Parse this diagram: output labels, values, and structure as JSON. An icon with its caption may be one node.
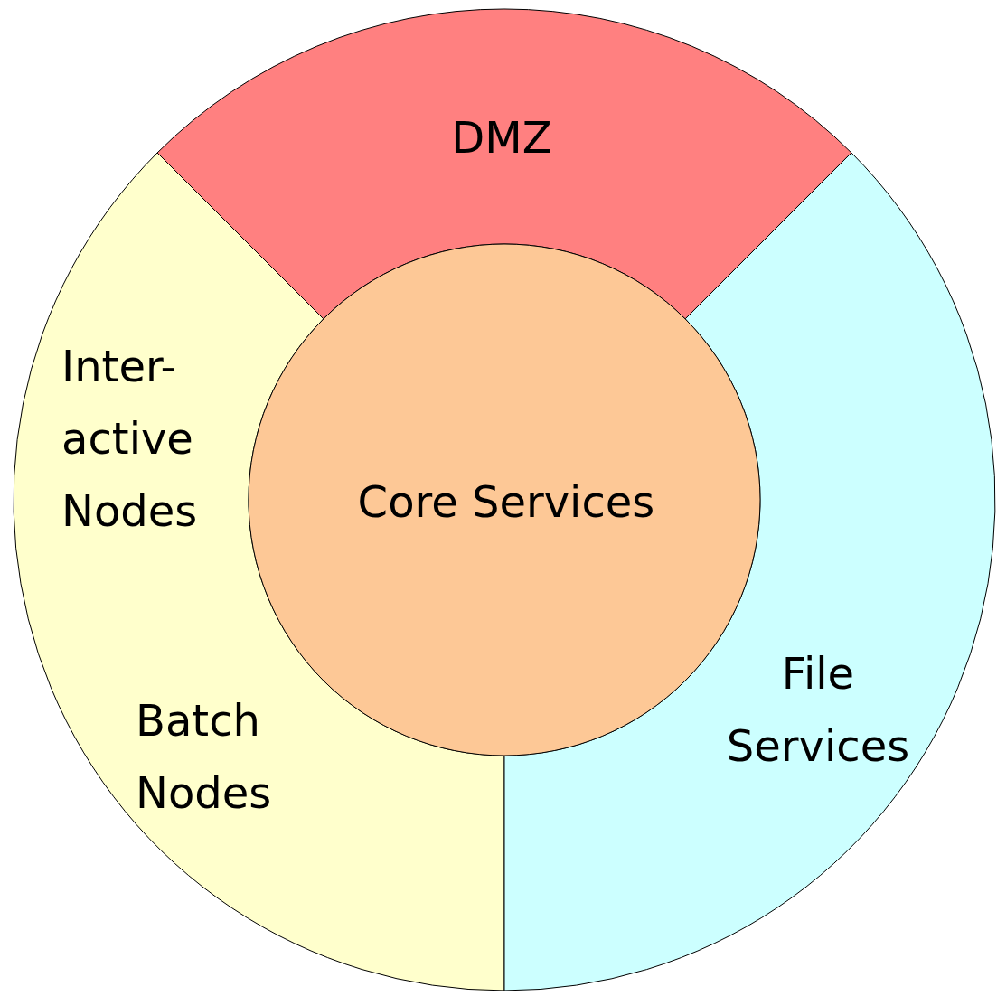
{
  "diagram": {
    "nodes": [
      {
        "text": [
          "DMZ"
        ]
      },
      {
        "text": [
          "Inter-active Nodes",
          "Batch Nodes"
        ]
      },
      {
        "text": [
          "File Services"
        ]
      },
      {
        "text": [
          "Core Services"
        ]
      }
    ]
  }
}
